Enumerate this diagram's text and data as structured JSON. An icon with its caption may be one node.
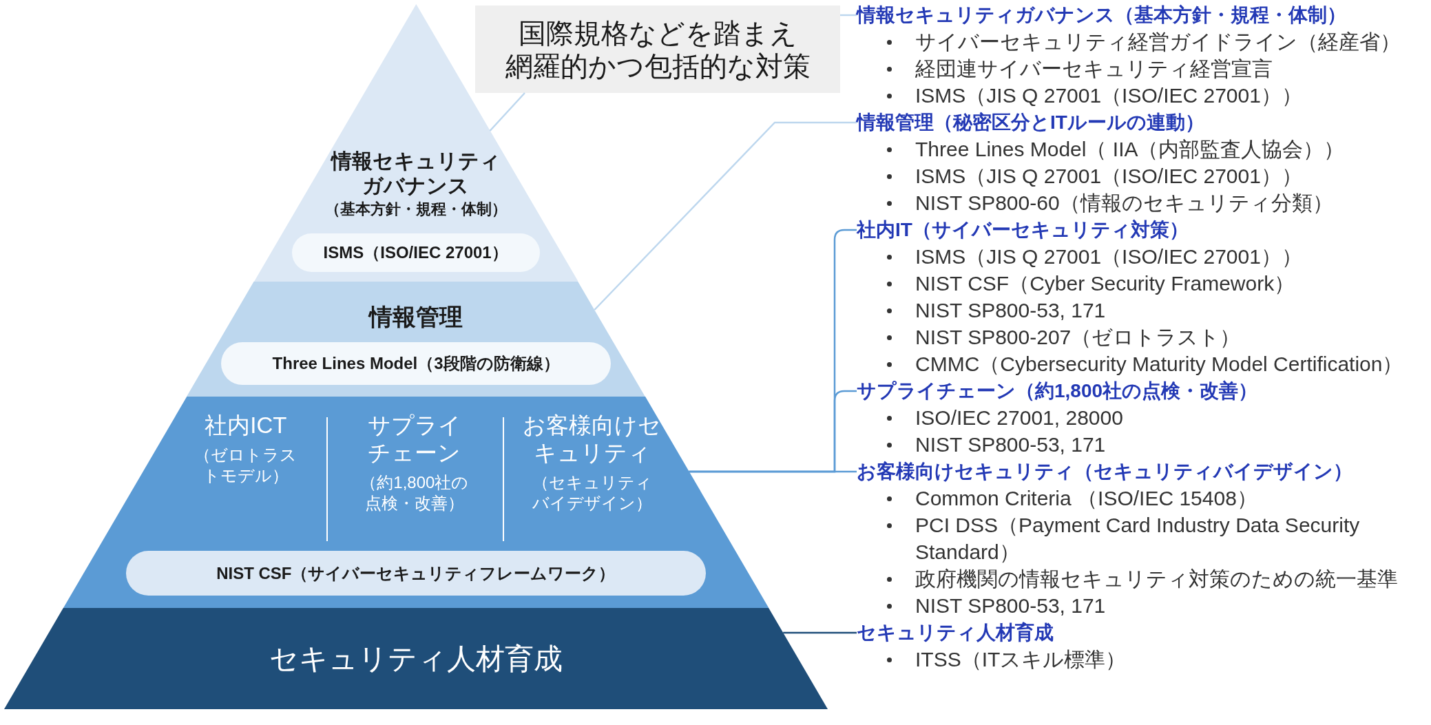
{
  "diagram": {
    "nodes": [
      {
        "text": [
          "情報セキュリティガバナンス",
          "（基本方針・規程・体制）"
        ]
      },
      {
        "text": [
          "ISMS（ISO/IEC 27001）"
        ],
        "in": 0
      },
      {
        "text": [
          "情報管理"
        ]
      },
      {
        "text": [
          "Three Lines Model（3段階の防衛線）"
        ],
        "in": 2
      },
      {
        "text": [],
        "shape": "trapezoid"
      },
      {
        "text": [
          "社内ICT",
          "（ゼロトラストモデル）"
        ],
        "in": 4
      },
      {
        "text": [
          "サプライチェーン",
          "（約1,800社の点検・改善）"
        ],
        "in": 4
      },
      {
        "text": [
          "お客様向けセキュリティ",
          "（セキュリティバイデザイン）"
        ],
        "in": 4
      },
      {
        "text": [
          "NIST CSF（サイバーセキュリティフレームワーク）"
        ],
        "in": 4
      },
      {
        "text": [
          "セキュリティ人材育成"
        ]
      },
      {
        "text": [
          "国際規格などを踏まえ網羅的かつ包括的な対策"
        ]
      },
      {
        "text": [
          "情報セキュリティガバナンス（基本方針・規程・体制）",
          "サイバーセキュリティ経営ガイドライン（経産省）",
          "経団連サイバーセキュリティ経営宣言",
          "ISMS（JIS Q 27001（ISO/IEC 27001））"
        ]
      },
      {
        "text": [
          "情報管理（秘密区分とITルールの連動）",
          "Three Lines Model（ IIA（内部監査人協会））",
          "ISMS（JIS Q 27001（ISO/IEC 27001））",
          "NIST SP800-60（情報のセキュリティ分類）"
        ]
      },
      {
        "text": [
          "社内IT（サイバーセキュリティ対策）",
          "ISMS（JIS Q 27001（ISO/IEC 27001））",
          "NIST CSF（Cyber Security Framework）",
          "NIST SP800-53, 171",
          "NIST SP800-207（ゼロトラスト）",
          "CMMC（Cybersecurity Maturity Model Certification）"
        ]
      },
      {
        "text": [
          "サプライチェーン（約1,800社の点検・改善）",
          "ISO/IEC 27001, 28000",
          "NIST SP800-53, 171"
        ]
      },
      {
        "text": [
          "お客様向けセキュリティ（セキュリティバイデザイン）",
          "Common Criteria （ISO/IEC 15408）",
          "PCI DSS（Payment Card Industry Data Security Standard）",
          "政府機関の情報セキュリティ対策のための統一基準",
          "NIST SP800-53, 171"
        ]
      },
      {
        "text": [
          "セキュリティ人材育成",
          "ITSS（ITスキル標準）"
        ]
      }
    ],
    "edges": [
      {
        "from": 0,
        "to": 10,
        "arrow": "none",
        "color": "#bdd7ee"
      },
      {
        "from": 10,
        "to": 11,
        "arrow": "none",
        "color": "#bdd7ee"
      },
      {
        "from": 2,
        "to": 12,
        "arrow": "none",
        "color": "#bdd7ee"
      },
      {
        "from": 4,
        "to": 13,
        "arrow": "none",
        "color": "#5b9bd5"
      },
      {
        "from": 4,
        "to": 14,
        "arrow": "none",
        "color": "#5b9bd5"
      },
      {
        "from": 4,
        "to": 15,
        "arrow": "none",
        "color": "#5b9bd5"
      },
      {
        "from": 9,
        "to": 16,
        "arrow": "none",
        "color": "#1f4e79"
      }
    ]
  }
}
